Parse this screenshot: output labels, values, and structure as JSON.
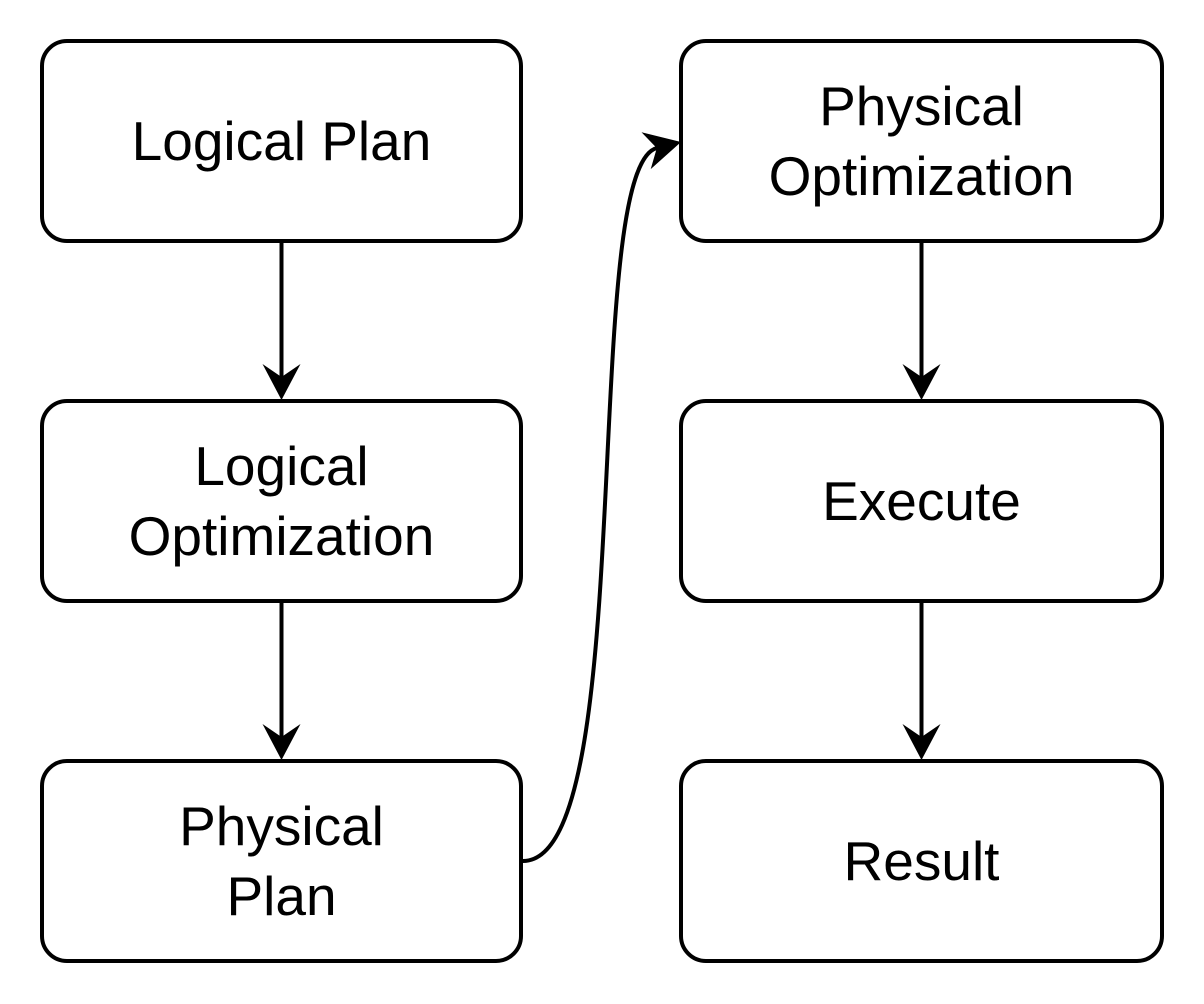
{
  "diagram": {
    "background_color": "#ffffff",
    "line_color": "#000000",
    "text_color": "#000000",
    "nodes": [
      {
        "id": "logical-plan",
        "label": "Logical Plan"
      },
      {
        "id": "logical-optimization",
        "label": "Logical\nOptimization"
      },
      {
        "id": "physical-plan",
        "label": "Physical\nPlan"
      },
      {
        "id": "physical-optimization",
        "label": "Physical\nOptimization"
      },
      {
        "id": "execute",
        "label": "Execute"
      },
      {
        "id": "result",
        "label": "Result"
      }
    ],
    "edges": [
      {
        "from": "logical-plan",
        "to": "logical-optimization",
        "style": "straight-down"
      },
      {
        "from": "logical-optimization",
        "to": "physical-plan",
        "style": "straight-down"
      },
      {
        "from": "physical-plan",
        "to": "physical-optimization",
        "style": "curved-s"
      },
      {
        "from": "physical-optimization",
        "to": "execute",
        "style": "straight-down"
      },
      {
        "from": "execute",
        "to": "result",
        "style": "straight-down"
      }
    ]
  }
}
